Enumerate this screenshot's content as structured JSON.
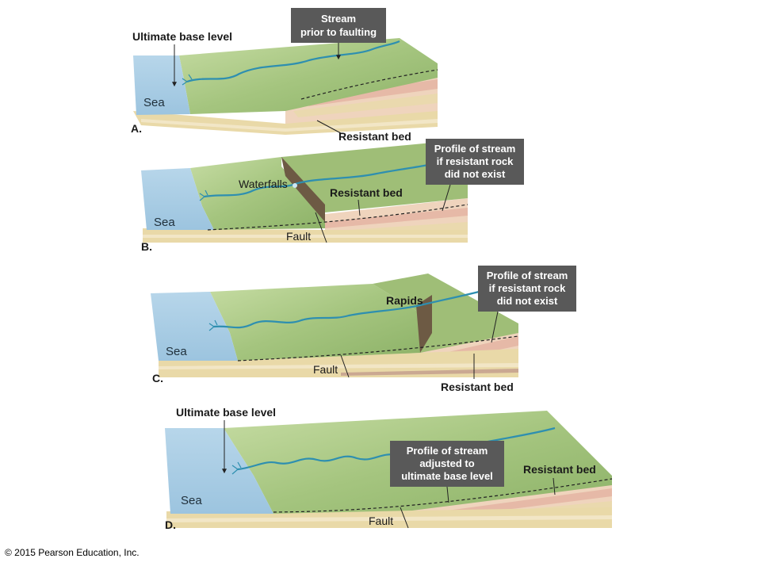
{
  "panel_a": {
    "letter": "A.",
    "ultimate_base_level": "Ultimate base level",
    "callout_line1": "Stream",
    "callout_line2": "prior to faulting",
    "sea": "Sea",
    "resistant_bed": "Resistant bed"
  },
  "panel_b": {
    "letter": "B.",
    "waterfalls": "Waterfalls",
    "resistant_bed": "Resistant bed",
    "callout_line1": "Profile of stream",
    "callout_line2": "if resistant rock",
    "callout_line3": "did not exist",
    "sea": "Sea",
    "fault": "Fault"
  },
  "panel_c": {
    "letter": "C.",
    "rapids": "Rapids",
    "callout_line1": "Profile of stream",
    "callout_line2": "if resistant rock",
    "callout_line3": "did not exist",
    "sea": "Sea",
    "fault": "Fault",
    "resistant_bed": "Resistant bed"
  },
  "panel_d": {
    "letter": "D.",
    "ultimate_base_level": "Ultimate base level",
    "callout_line1": "Profile of stream",
    "callout_line2": "adjusted to",
    "callout_line3": "ultimate base level",
    "resistant_bed": "Resistant bed",
    "sea": "Sea",
    "fault": "Fault"
  },
  "copyright": "© 2015 Pearson Education, Inc.",
  "colors": {
    "sea": "#a9cde6",
    "land": "#a9c986",
    "land_dark": "#8fb36a",
    "stream": "#2e8fb0",
    "callout_bg": "#595959",
    "strata_tan": "#e9d9a8",
    "strata_pink": "#e6b9a7",
    "strata_cream": "#f2e6c6"
  }
}
